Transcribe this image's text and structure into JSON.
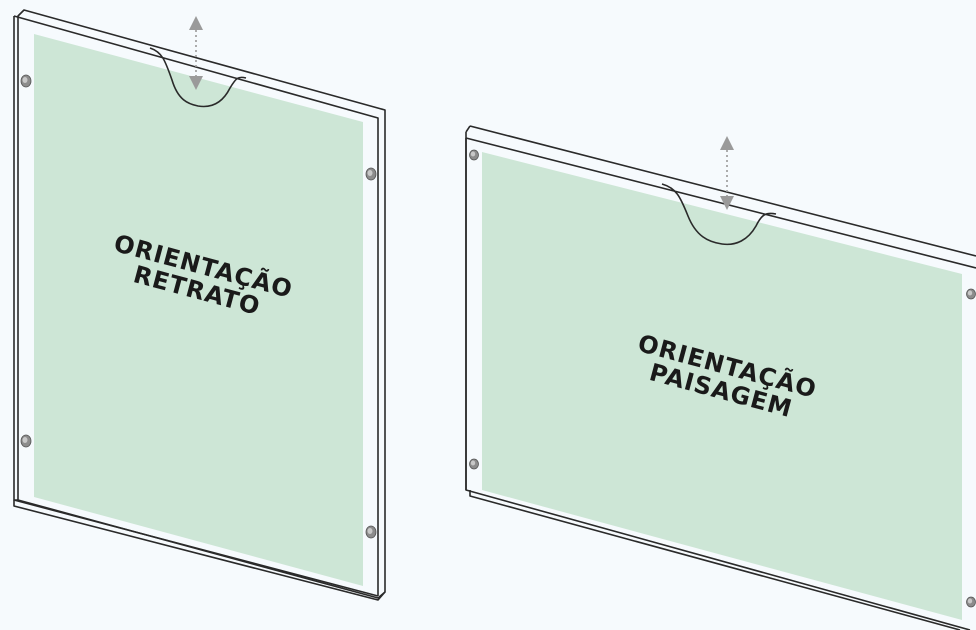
{
  "panels": {
    "portrait": {
      "line1": "ORIENTAÇÃO",
      "line2": "RETRATO"
    },
    "landscape": {
      "line1": "ORIENTAÇÃO",
      "line2": "PAISAGEM"
    }
  },
  "colors": {
    "background": "#f6fafd",
    "sheet": "#cde6d6",
    "outline": "#2a2a2a",
    "arrow": "#9a9a9a"
  }
}
